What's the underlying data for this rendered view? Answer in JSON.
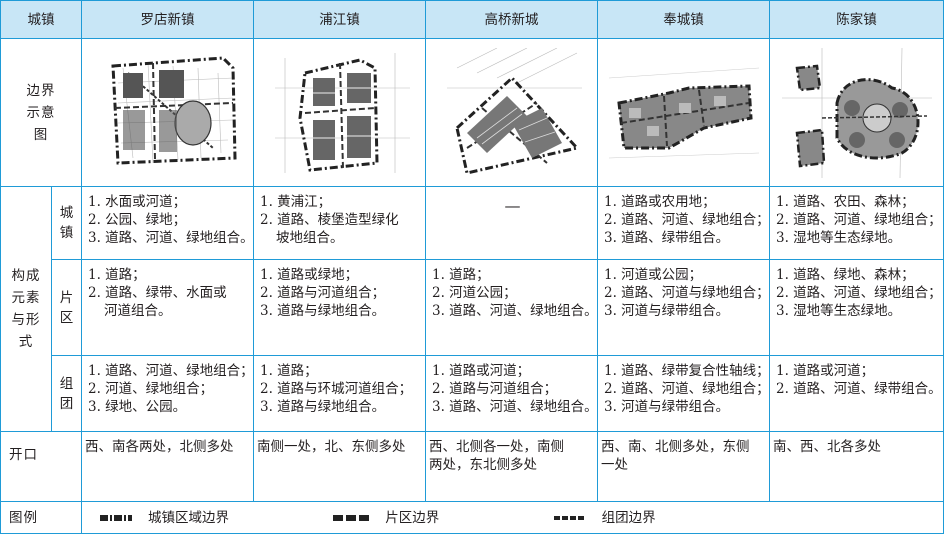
{
  "header": {
    "col0": "城镇",
    "towns": [
      "罗店新镇",
      "浦江镇",
      "高桥新城",
      "奉城镇",
      "陈家镇"
    ]
  },
  "rows": {
    "boundary_label": "边界示意图",
    "composition_label": "构成元素与形式",
    "opening_label": "开口",
    "legend_label": "图例"
  },
  "sub_rows": {
    "town": "城镇",
    "district": "片区",
    "cluster": "组团"
  },
  "town_level": [
    [
      "1. 水面或河道；",
      "2. 公园、绿地；",
      "3. 道路、河道、绿地组合。"
    ],
    [
      "1. 黄浦江；",
      "2. 道路、棱堡造型绿化",
      "坡地组合。"
    ],
    [
      "—"
    ],
    [
      "1. 道路或农用地；",
      "2. 道路、河道、绿地组合；",
      "3. 道路、绿带组合。"
    ],
    [
      "1. 道路、农田、森林；",
      "2. 道路、河道、绿地组合；",
      "3. 湿地等生态绿地。"
    ]
  ],
  "district_level": [
    [
      "1. 道路；",
      "2. 道路、绿带、水面或",
      "河道组合。"
    ],
    [
      "1. 道路或绿地；",
      "2. 道路与河道组合；",
      "3. 道路与绿地组合。"
    ],
    [
      "1. 道路；",
      "2. 河道公园；",
      "3. 道路、河道、绿地组合。"
    ],
    [
      "1. 河道或公园；",
      "2. 道路、河道与绿地组合；",
      "3. 河道与绿带组合。"
    ],
    [
      "1. 道路、绿地、森林；",
      "2. 道路、河道、绿地组合；",
      "3. 湿地等生态绿地。"
    ]
  ],
  "cluster_level": [
    [
      "1. 道路、河道、绿地组合；",
      "2. 河道、绿地组合；",
      "3. 绿地、公园。"
    ],
    [
      "1. 道路；",
      "2. 道路与环城河道组合；",
      "3. 道路与绿地组合。"
    ],
    [
      "1. 道路或河道；",
      "2. 道路与河道组合；",
      "3. 道路、河道、绿地组合。"
    ],
    [
      "1. 道路、绿带复合性轴线；",
      "2. 道路、河道、绿地组合；",
      "3. 河道与绿带组合。"
    ],
    [
      "1. 道路或河道；",
      "2. 道路、河道、绿带组合。"
    ]
  ],
  "openings": [
    [
      "西、南各两处，北侧多处"
    ],
    [
      "南侧一处，北、东侧多处"
    ],
    [
      "西、北侧各一处，南侧",
      "两处，东北侧多处"
    ],
    [
      "西、南、北侧多处，东侧",
      "一处"
    ],
    [
      "南、西、北各多处"
    ]
  ],
  "legend": {
    "town_boundary": "城镇区域边界",
    "district_boundary": "片区边界",
    "cluster_boundary": "组团边界"
  },
  "colors": {
    "border": "#1f9bd7",
    "header_bg": "#c8e6f6",
    "text": "#231f20"
  }
}
